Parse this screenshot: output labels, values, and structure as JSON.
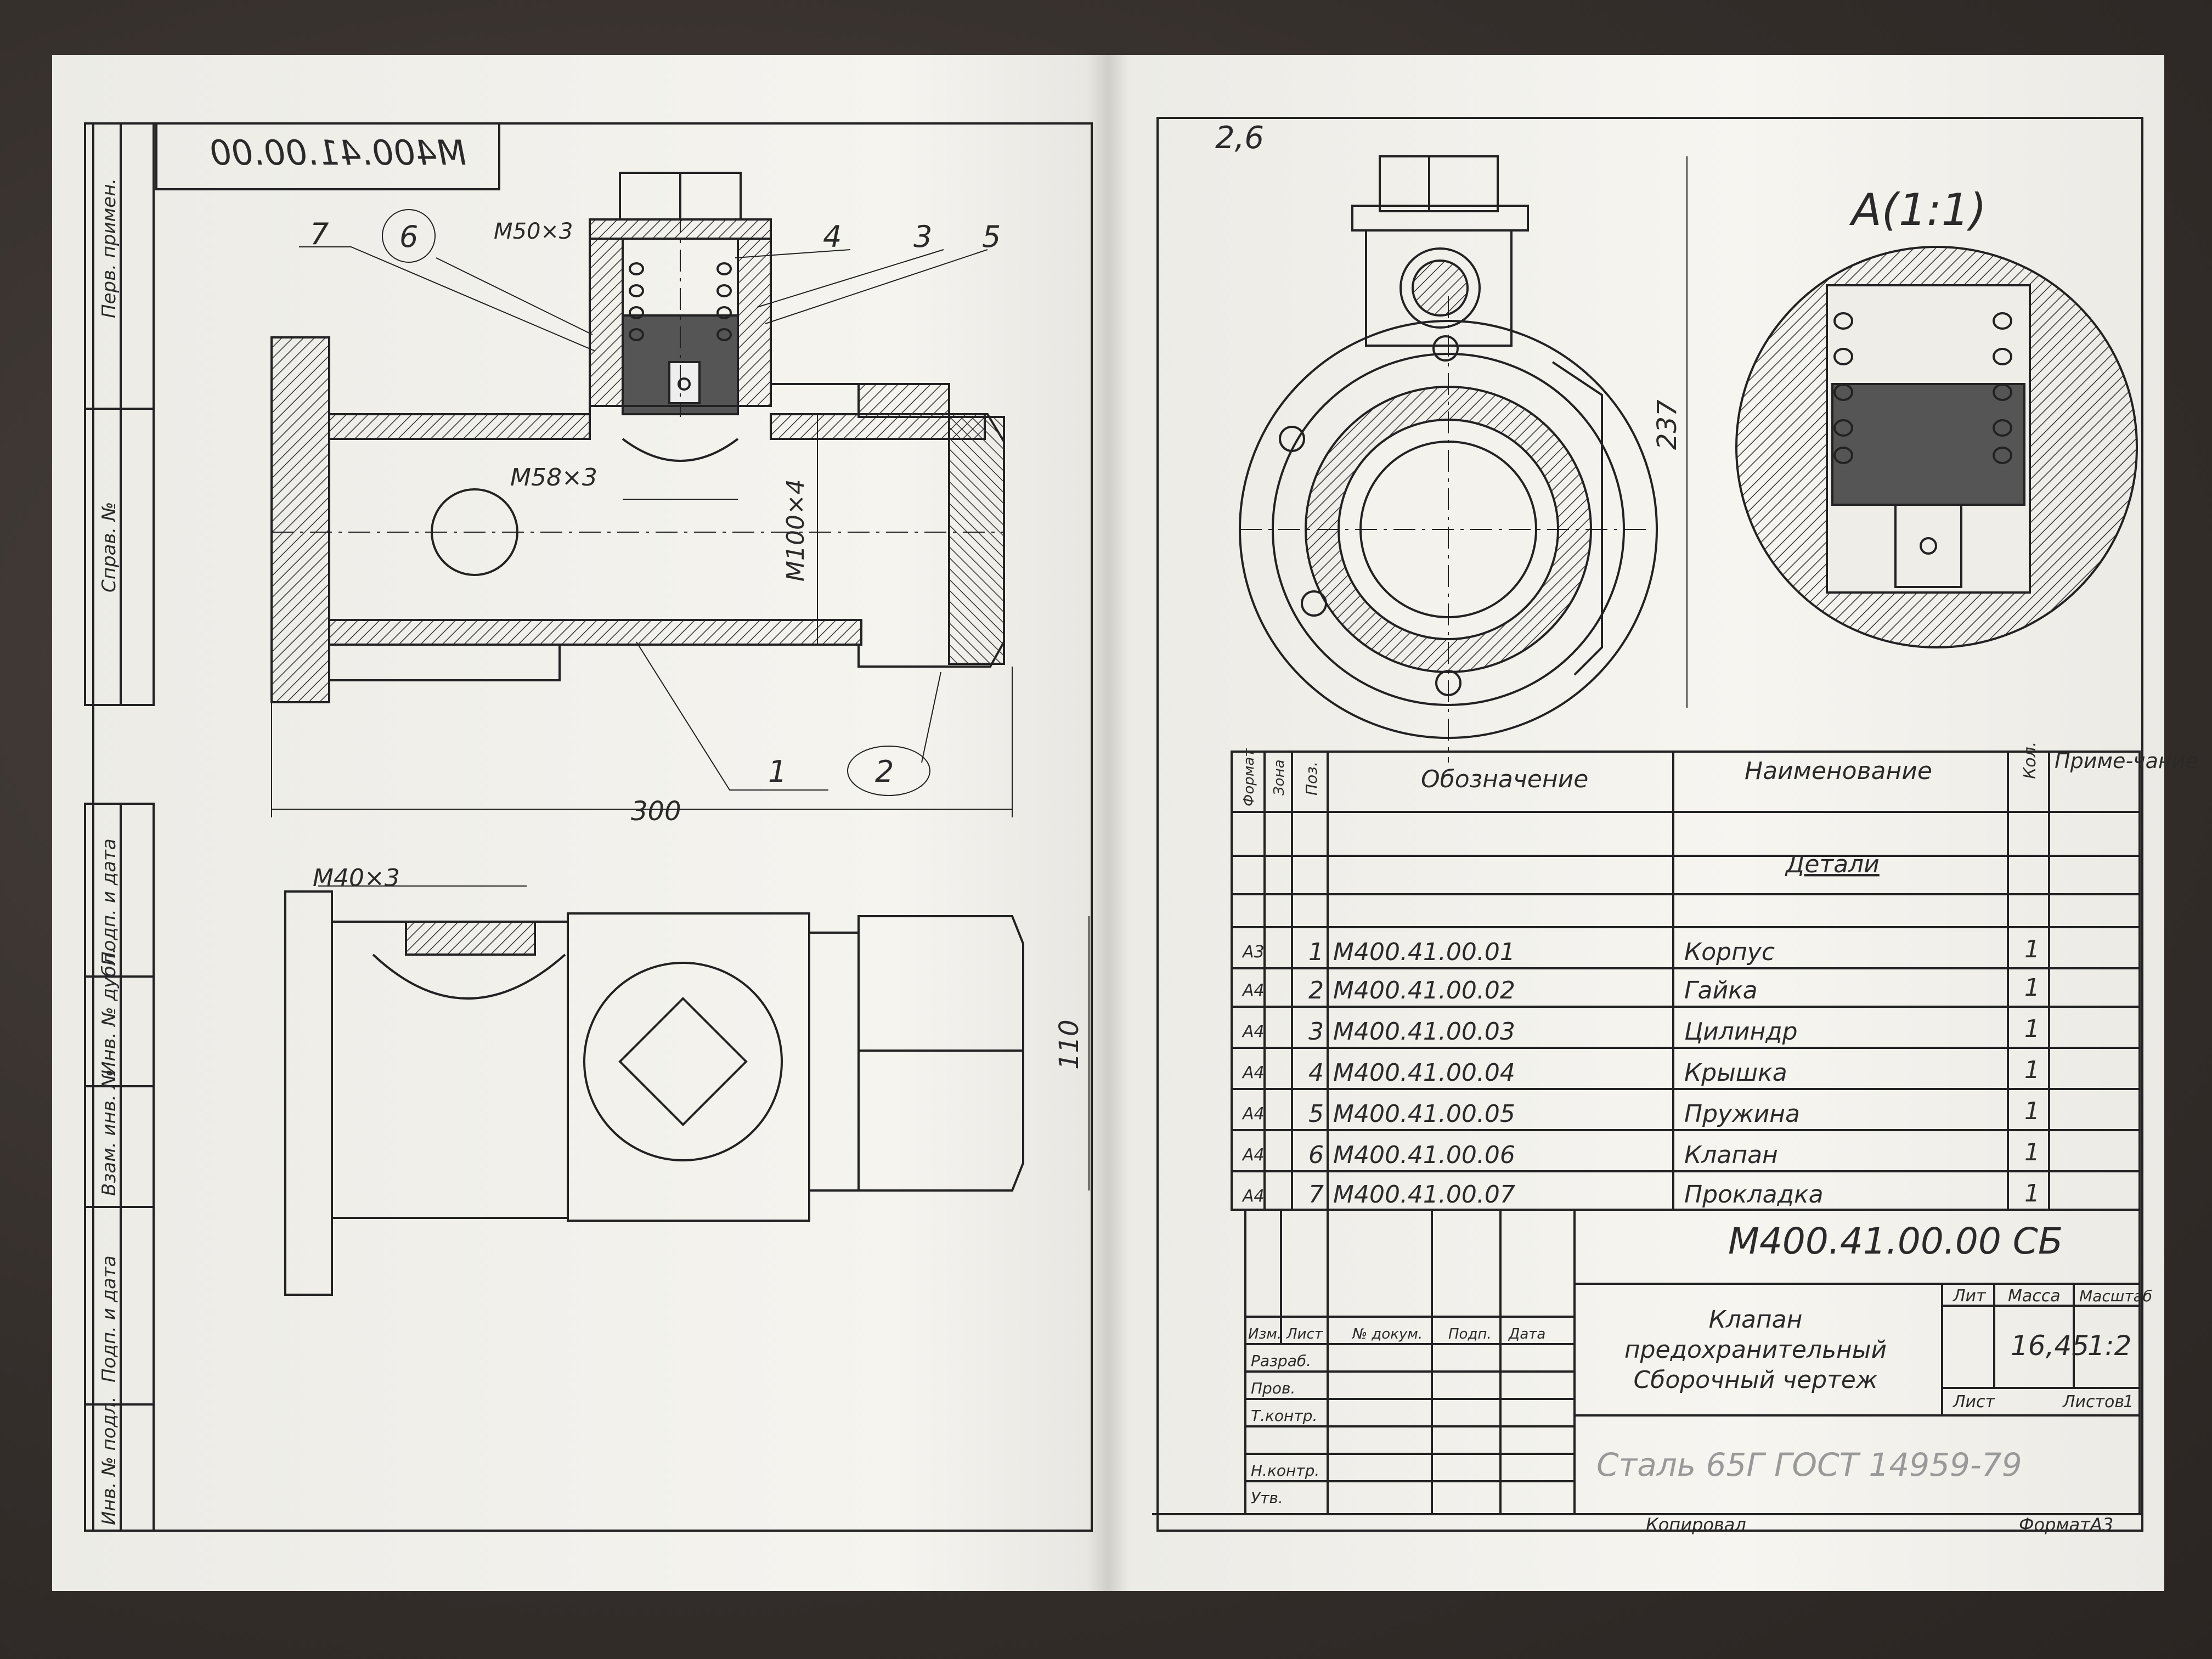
{
  "left_sheet": {
    "stamp_code": "М400.41.00.00",
    "side_labels": [
      "Перв. примен.",
      "Справ. №",
      "Подп. и дата",
      "Инв. № дубл.",
      "Взам. инв. №",
      "Подп. и дата",
      "Инв. № подл."
    ],
    "leaders": [
      "7",
      "6",
      "4",
      "3",
      "5",
      "1",
      "2"
    ],
    "dims": {
      "m50": "М50×3",
      "m58": "М58×3",
      "m100": "М100×4",
      "len300": "300",
      "m40": "М40×3",
      "h110": "110"
    }
  },
  "right_sheet": {
    "corner_note": "2,6",
    "detail_title": "A(1:1)",
    "dim_237": "237",
    "spec": {
      "headers": {
        "format": "Формат",
        "zone": "Зона",
        "pos": "Поз.",
        "designation": "Обозначение",
        "name": "Наименование",
        "qty": "Кол.",
        "note": "Приме-чание"
      },
      "section": "Детали",
      "rows": [
        {
          "format": "А3",
          "pos": "1",
          "designation": "М400.41.00.01",
          "name": "Корпус",
          "qty": "1"
        },
        {
          "format": "А4",
          "pos": "2",
          "designation": "М400.41.00.02",
          "name": "Гайка",
          "qty": "1"
        },
        {
          "format": "А4",
          "pos": "3",
          "designation": "М400.41.00.03",
          "name": "Цилиндр",
          "qty": "1"
        },
        {
          "format": "А4",
          "pos": "4",
          "designation": "М400.41.00.04",
          "name": "Крышка",
          "qty": "1"
        },
        {
          "format": "А4",
          "pos": "5",
          "designation": "М400.41.00.05",
          "name": "Пружина",
          "qty": "1"
        },
        {
          "format": "А4",
          "pos": "6",
          "designation": "М400.41.00.06",
          "name": "Клапан",
          "qty": "1"
        },
        {
          "format": "А4",
          "pos": "7",
          "designation": "М400.41.00.07",
          "name": "Прокладка",
          "qty": "1"
        }
      ]
    },
    "title_block": {
      "doc_code": "М400.41.00.00 СБ",
      "title_line1": "Клапан",
      "title_line2": "предохранительный",
      "title_line3": "Сборочный чертеж",
      "head_izm": "Изм.",
      "head_list": "Лист",
      "head_doc": "№ докум.",
      "head_podp": "Подп.",
      "head_data": "Дата",
      "role_razrab": "Разраб.",
      "role_prov": "Пров.",
      "role_tkontr": "Т.контр.",
      "role_nkontr": "Н.контр.",
      "role_utv": "Утв.",
      "lit": "Лит",
      "massa": "Масса",
      "masshtab": "Масштаб",
      "mass_value": "16,45",
      "scale_value": "1:2",
      "sheet_label": "Лист",
      "sheets_label": "Листов",
      "sheets_value": "1",
      "material": "Сталь 65Г ГОСТ 14959-79",
      "copied": "Копировал",
      "format_label": "Формат",
      "format_value": "А3"
    }
  }
}
